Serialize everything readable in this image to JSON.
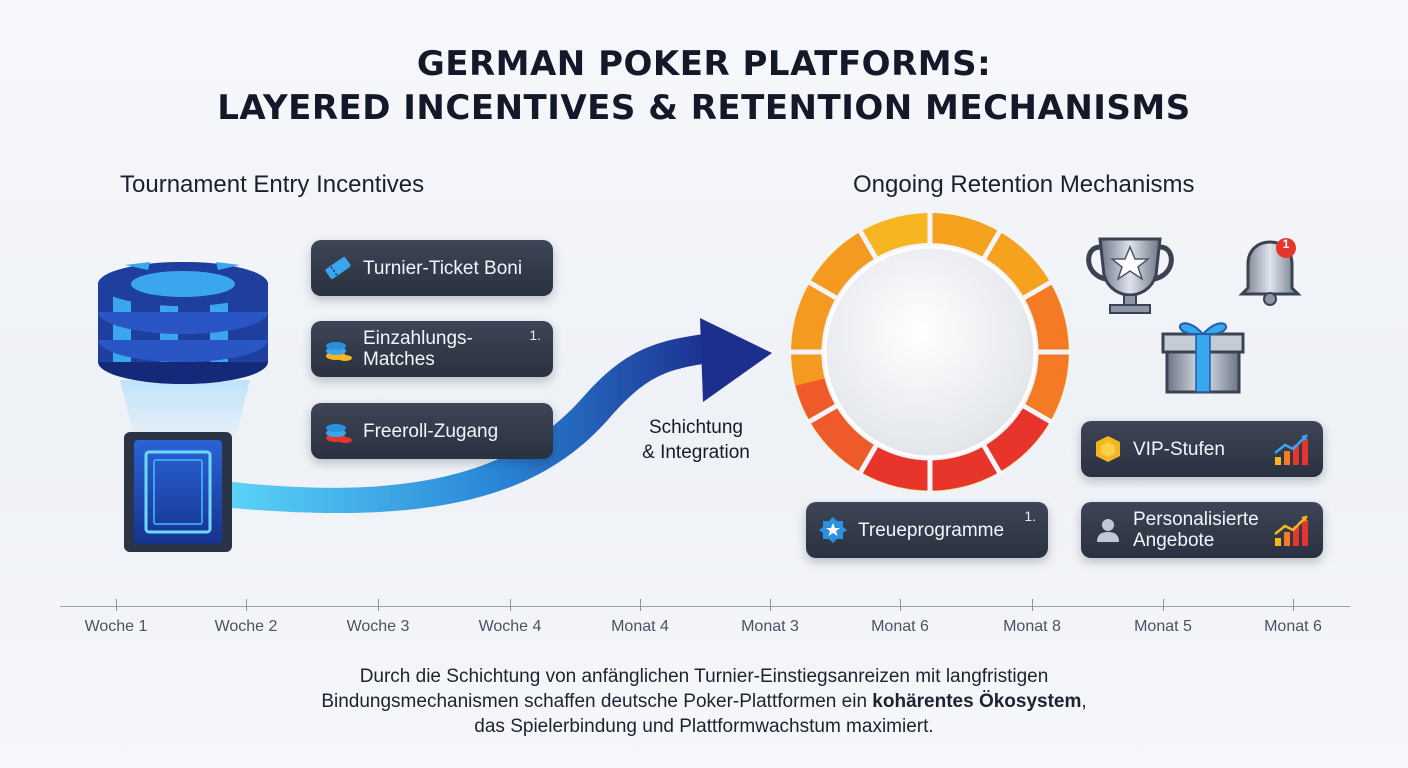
{
  "title": {
    "line1": "GERMAN POKER PLATFORMS:",
    "line2": "LAYERED INCENTIVES & RETENTION MECHANISMS"
  },
  "left_section": {
    "heading": "Tournament Entry Incentives",
    "items": [
      {
        "label_line1": "Turnier-Ticket Boni",
        "label_line2": "",
        "superscript": "",
        "icon": "ticket-icon"
      },
      {
        "label_line1": "Einzahlungs-",
        "label_line2": "Matches",
        "superscript": "1.",
        "icon": "coin-stack-icon"
      },
      {
        "label_line1": "Freeroll-Zugang",
        "label_line2": "",
        "superscript": "",
        "icon": "coin-stack-red-icon"
      }
    ]
  },
  "flow": {
    "label_line1": "Schichtung",
    "label_line2": "& Integration"
  },
  "right_section": {
    "heading": "Ongoing Retention Mechanisms",
    "items": [
      {
        "label_line1": "Treueprogramme",
        "label_line2": "",
        "superscript": "1.",
        "icon": "star-badge-icon"
      },
      {
        "label_line1": "VIP-Stufen",
        "label_line2": "",
        "superscript": "",
        "icon": "hexagon-badge-icon"
      },
      {
        "label_line1": "Personalisierte",
        "label_line2": "Angebote",
        "superscript": "",
        "icon": "user-icon"
      }
    ],
    "bell_badge": "1"
  },
  "timeline": {
    "labels": [
      "Woche 1",
      "Woche 2",
      "Woche 3",
      "Woche 4",
      "Monat 4",
      "Monat 3",
      "Monat 6",
      "Monat 8",
      "Monat 5",
      "Monat 6"
    ]
  },
  "caption": {
    "line1": "Durch die Schichtung von anfänglichen Turnier-Einstiegsanreizen mit langfristigen",
    "line2_pre": "Bindungsmechanismen schaffen deutsche Poker-Plattformen ein ",
    "line2_bold": "kohärentes Ökosystem",
    "line2_post": ",",
    "line3": "das Spielerbindung und Plattformwachstum maximiert."
  },
  "colors": {
    "chip_blue": "#1f3f9e",
    "chip_light": "#3aa6ef",
    "arrow_start": "#46c8f5",
    "arrow_end": "#1c2f8f",
    "ring_yellow": "#f6b621",
    "ring_orange": "#f47a25",
    "ring_red": "#e8352c",
    "pill_bg": "#323a4a"
  }
}
